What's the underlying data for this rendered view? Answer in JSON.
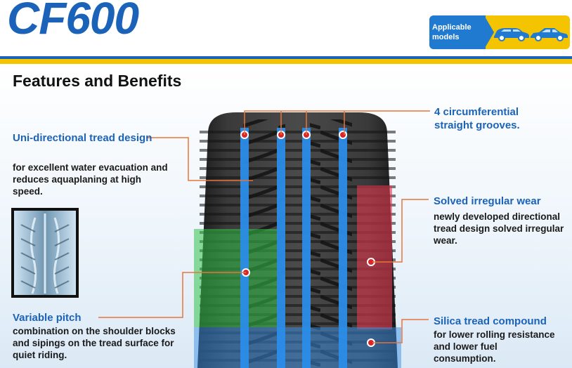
{
  "header": {
    "title": "CF600",
    "badge_label": "Applicable models",
    "badge_icons": [
      "car-icon",
      "sedan-icon"
    ]
  },
  "heading": "Features and Benefits",
  "features": [
    {
      "title": "4 circumferential straight grooves."
    },
    {
      "title": "Uni-directional tread design",
      "desc": "for excellent water evacuation and reduces aquaplaning at high speed."
    },
    {
      "title": "Solved irregular wear",
      "desc": "newly developed directional tread design solved irregular wear."
    },
    {
      "title": "Variable pitch",
      "desc": "combination on the shoulder blocks and sipings on the tread surface for quiet riding."
    },
    {
      "title": "Silica tread compound",
      "desc": "for lower rolling resistance and lower fuel consumption."
    }
  ],
  "colors": {
    "brand_blue": "#1b63b8",
    "accent_yellow": "#f5c400",
    "callout_orange": "#e8743a",
    "marker_red": "#d8262b"
  }
}
